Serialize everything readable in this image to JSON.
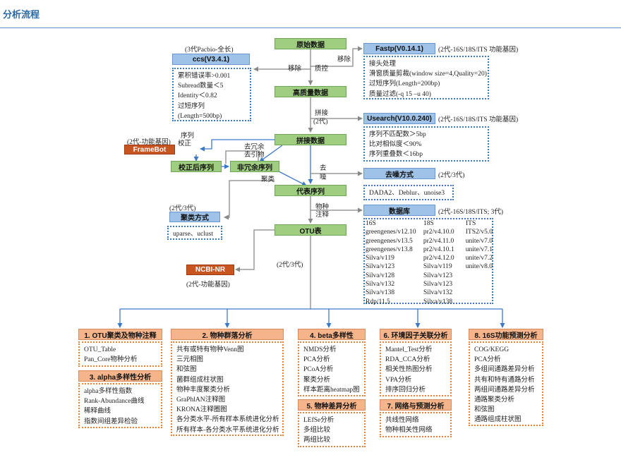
{
  "page_title": "分析流程",
  "main_flow": {
    "raw_data": "原始数据",
    "high_quality": "高质量数据",
    "merged": "拼接数据",
    "otu_rep": "代表序列",
    "otu_table": "OTU表",
    "corrected": "校正后序列",
    "nonredundant": "非冗余序列"
  },
  "edge_labels": {
    "remove_left": "移除",
    "qc": "质控",
    "remove_right": "移除",
    "merge_1": "拼接",
    "merge_2": "(2代)",
    "seq_1": "序列",
    "seq_2": "校正",
    "dedup_1": "去冗余",
    "dedup_2": "去引物",
    "denoise_1": "去",
    "denoise_2": "噪",
    "cluster": "聚类",
    "annot_1": "物种",
    "annot_2": "注释",
    "gen23": "(2代/3代)"
  },
  "ccs": {
    "note": "(3代Pacbio-全长)",
    "title": "ccs(V3.4.1)",
    "lines": [
      "累积错误率>0.001",
      "Subread数量＜5",
      "Identity＜0.82",
      "过短序列",
      "(Length=500bp)"
    ]
  },
  "fastp": {
    "title": "Fastp(V0.14.1)",
    "note": "(2代-16S/18S/ITS 功能基因)",
    "lines": [
      "接头处理",
      "滑窗质量剪裁(window size=4,Quality=20)",
      "过短序列(Length=200bp)",
      "质量过滤(-q 15 –u 40)"
    ]
  },
  "usearch": {
    "title": "Usearch(V10.0.240)",
    "note": "(2代-16S/18S/ITS 功能基因)",
    "lines": [
      "序列不匹配数＞5bp",
      "比对相似度＜90%",
      "序列重叠数＜16bp"
    ]
  },
  "framebot": {
    "title": "FrameBot",
    "note": "(2代-功能基因)"
  },
  "denoise": {
    "title": "去噪方式",
    "note": "(2代/3代)",
    "lines": [
      "DADA2、Deblur、unoise3"
    ]
  },
  "cluster_method": {
    "note": "(2代/3代)",
    "title": "聚类方式",
    "lines": [
      "uparse、uclust"
    ]
  },
  "database": {
    "title": "数据库",
    "note": "(2代-16S/18S/ITS; 3代)",
    "rows": [
      [
        "16S",
        "18S",
        "ITS"
      ],
      [
        "greengenes/v12.10",
        "pr2/v4.10.0",
        "ITS2/v5.0"
      ],
      [
        "greengenes/v13.5",
        "pr2/v4.11.0",
        "unite/v7.0"
      ],
      [
        "greengenes/v13.8",
        "pr2/v4.10.1",
        "unite/v7.1"
      ],
      [
        "Silva/v119",
        "pr2/v4.12.0",
        "unite/v7.2"
      ],
      [
        "Silva/v123",
        "Silva/v119",
        "unite/v8.0"
      ],
      [
        "Silva/v128",
        "Silva/v123",
        ""
      ],
      [
        "Silva/v132",
        "Silva/v123",
        ""
      ],
      [
        "Silva/v138",
        "Silva/v132",
        ""
      ],
      [
        "Rdp/11.5",
        "Silva/v138",
        ""
      ]
    ]
  },
  "ncbi": {
    "title": "NCBI-NR",
    "note": "(2代-功能基因)"
  },
  "sections": {
    "s1": {
      "title": "1. OTU聚类及物种注释",
      "items": [
        "OTU_Table",
        "Pan_Core物种分析"
      ]
    },
    "s3": {
      "title": "3. alpha多样性分析",
      "items": [
        "alpha多样性指数",
        "Rank-Abundance曲线",
        "稀释曲线",
        "指数间组差异检验"
      ]
    },
    "s2": {
      "title": "2. 物种群落分析",
      "items": [
        "共有或特有物种Venn图",
        "三元相图",
        "和弦图",
        "菌群组成柱状图",
        "物种丰度聚类分析",
        "GraPhlAN注释图",
        "KRONA注释圈图",
        "各分类水平-所有样本系统进化分析",
        "所有样本-各分类水平系统进化分析"
      ]
    },
    "s4": {
      "title": "4. beta多样性",
      "items": [
        "NMDS分析",
        "PCA分析",
        "PCoA分析",
        "聚类分析",
        "样本距离heatmap图"
      ]
    },
    "s5": {
      "title": "5. 物种差异分析",
      "items": [
        "LEfSe分析",
        "多组比较",
        "两组比较"
      ]
    },
    "s6": {
      "title": "6. 环境因子关联分析",
      "items": [
        "Mantel_Test分析",
        "RDA_CCA分析",
        "相关性热图分析",
        "VPA分析",
        "排序回归分析"
      ]
    },
    "s7": {
      "title": "7. 网络与预测分析",
      "items": [
        "共线性网络",
        "物种相关性网络"
      ]
    },
    "s8": {
      "title": "8. 16S功能预测分析",
      "items": [
        "COG/KEGG",
        "PCA分析",
        "多组间通路差异分析",
        "共有和特有通路分析",
        "两组间通路差异分析",
        "通路聚类分析",
        "和弦图",
        "通路组成柱状图"
      ]
    }
  },
  "colors": {
    "green": "#9fce80",
    "blue": "#9fc3e8",
    "red": "#c8541f",
    "orange": "#f6b48a",
    "arrow_gray": "#888888",
    "arrow_blue": "#3c78c8"
  }
}
